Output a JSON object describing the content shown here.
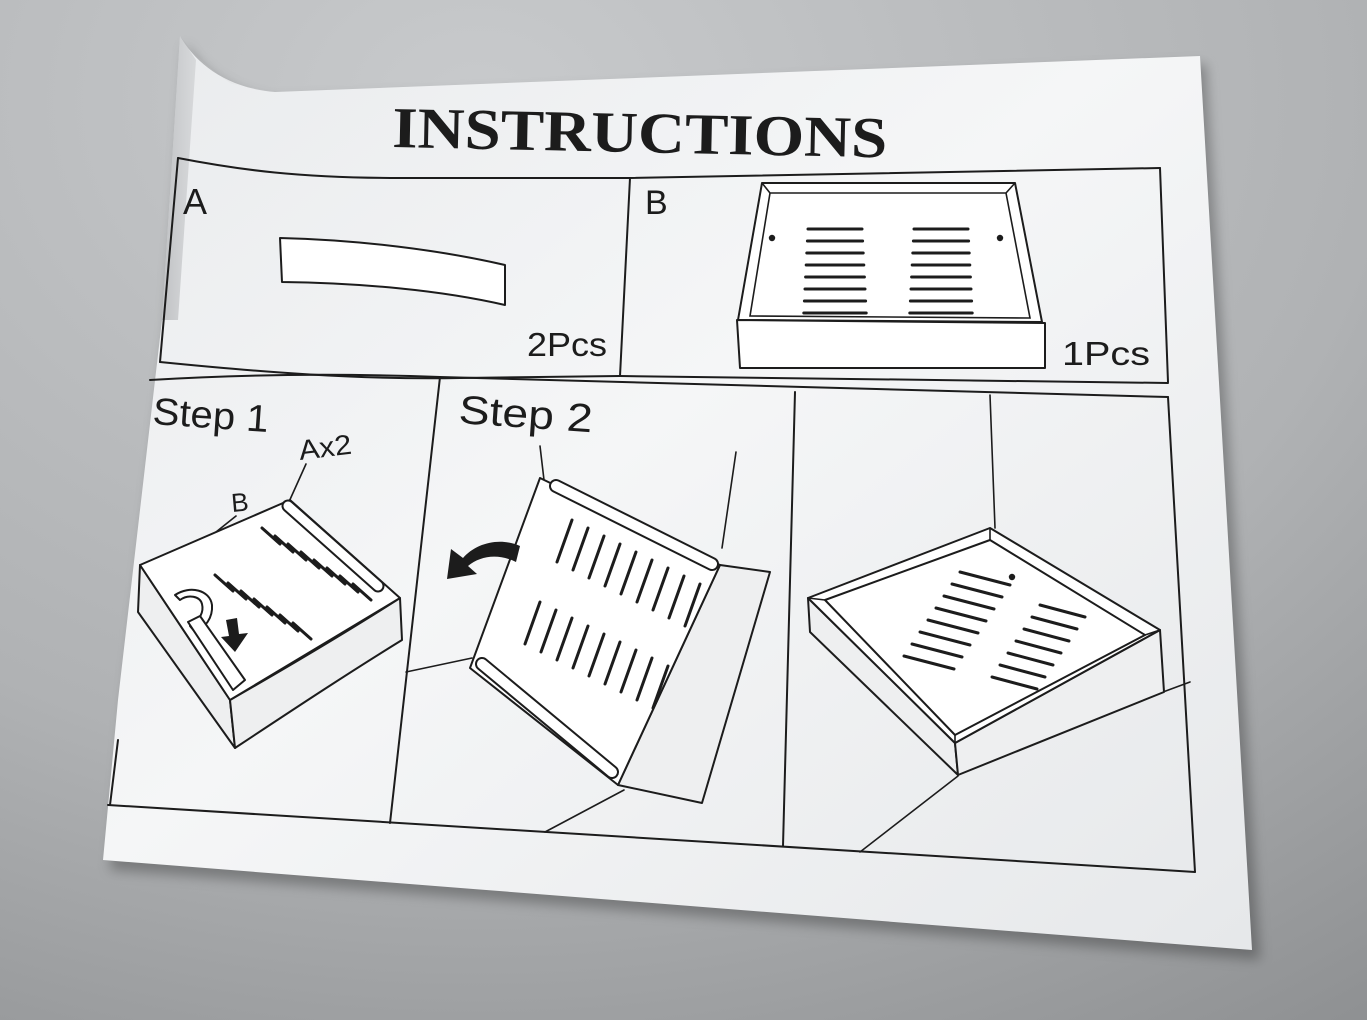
{
  "title": "INSTRUCTIONS",
  "parts": {
    "a": {
      "label": "A",
      "quantity": "2Pcs"
    },
    "b": {
      "label": "B",
      "quantity": "1Pcs"
    }
  },
  "steps": {
    "step1": {
      "label": "Step 1",
      "callout_part_b": "B",
      "callout_part_a": "Ax2"
    },
    "step2": {
      "label": "Step 2"
    }
  },
  "colors": {
    "surface": "#b2b4b6",
    "paper": "#f3f4f5",
    "ink": "#1c1c1c"
  }
}
